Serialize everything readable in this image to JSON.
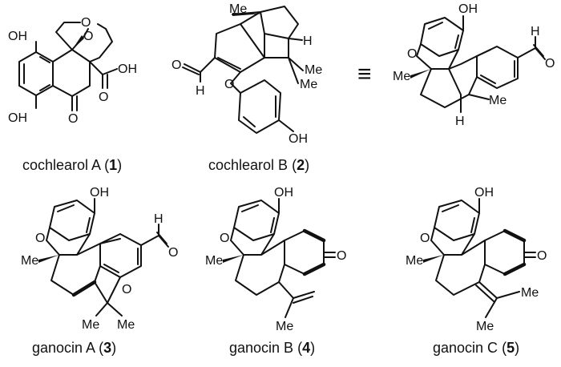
{
  "compounds": [
    {
      "name": "cochlearol A",
      "number": "1"
    },
    {
      "name": "cochlearol B",
      "number": "2"
    },
    {
      "name": "ganocin A",
      "number": "3"
    },
    {
      "name": "ganocin B",
      "number": "4"
    },
    {
      "name": "ganocin C",
      "number": "5"
    }
  ],
  "labels": {
    "oh": "OH",
    "o": "O",
    "h": "H",
    "me": "Me",
    "equiv": "≡"
  },
  "caption_paren_open": "(",
  "caption_paren_close": ")"
}
